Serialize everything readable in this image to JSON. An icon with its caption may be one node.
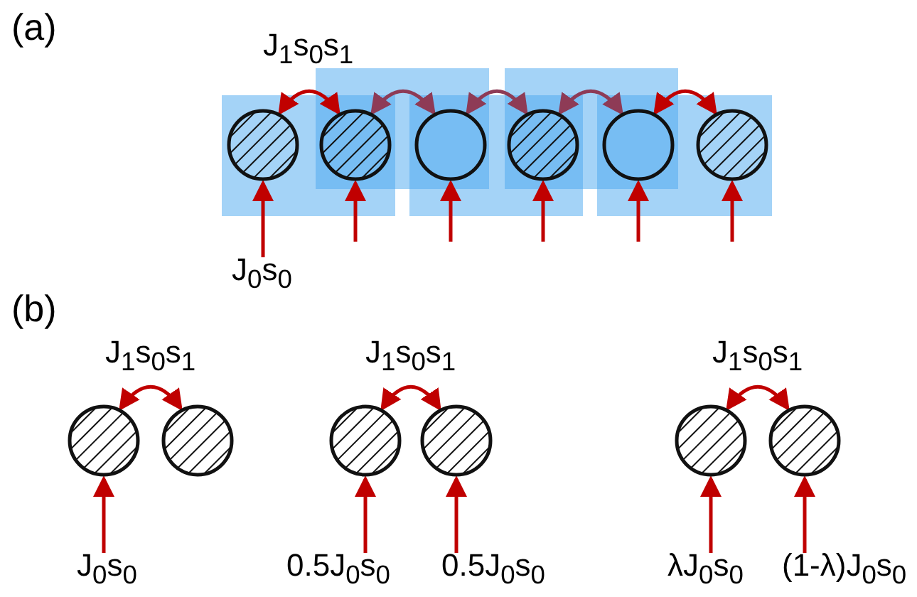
{
  "diagram": {
    "nodes": [
      {
        "text": [],
        "shape": "circle"
      },
      {
        "text": [],
        "shape": "circle"
      },
      {
        "text": [],
        "shape": "circle"
      },
      {
        "text": [],
        "shape": "circle"
      },
      {
        "text": [],
        "shape": "circle"
      },
      {
        "text": [],
        "shape": "circle"
      },
      {
        "text": [
          "J$_{0}$s$_{0}$"
        ]
      },
      {
        "text": [],
        "shape": "circle"
      },
      {
        "text": [],
        "shape": "circle"
      },
      {
        "text": [
          "J$_{0}$s$_{0}$"
        ]
      },
      {
        "text": [],
        "shape": "circle"
      },
      {
        "text": [],
        "shape": "circle"
      },
      {
        "text": [
          "0.5J$_{0}$s$_{0}$"
        ]
      },
      {
        "text": [
          "0.5J$_{0}$s$_{0}$"
        ]
      },
      {
        "text": [],
        "shape": "circle"
      },
      {
        "text": [],
        "shape": "circle"
      },
      {
        "text": [
          "λJ$_{0}$s$_{0}$"
        ]
      },
      {
        "text": [
          "(1-λ)J$_{0}$s$_{0}$"
        ]
      }
    ],
    "edges": [
      {
        "from": 0,
        "to": 1,
        "arrow": "both",
        "label": "J$_{1}$s$_{0}$s$_{1}$"
      },
      {
        "from": 1,
        "to": 2,
        "arrow": "both",
        "color": "#8e3b56"
      },
      {
        "from": 2,
        "to": 3,
        "arrow": "both",
        "color": "#8e3b56"
      },
      {
        "from": 3,
        "to": 4,
        "arrow": "both",
        "color": "#8e3b56"
      },
      {
        "from": 4,
        "to": 5,
        "arrow": "both"
      },
      {
        "from": 6,
        "to": 0,
        "arrow": "to"
      },
      {
        "from": null,
        "to": 1,
        "arrow": "to"
      },
      {
        "from": null,
        "to": 2,
        "arrow": "to"
      },
      {
        "from": null,
        "to": 3,
        "arrow": "to"
      },
      {
        "from": null,
        "to": 4,
        "arrow": "to"
      },
      {
        "from": null,
        "to": 5,
        "arrow": "to"
      },
      {
        "from": 7,
        "to": 8,
        "arrow": "both",
        "label": "J$_{1}$s$_{0}$s$_{1}$"
      },
      {
        "from": 9,
        "to": 7,
        "arrow": "to"
      },
      {
        "from": 10,
        "to": 11,
        "arrow": "both",
        "label": "J$_{1}$s$_{0}$s$_{1}$"
      },
      {
        "from": 12,
        "to": 10,
        "arrow": "to"
      },
      {
        "from": 13,
        "to": 11,
        "arrow": "to"
      },
      {
        "from": 14,
        "to": 15,
        "arrow": "both",
        "label": "J$_{1}$s$_{0}$s$_{1}$"
      },
      {
        "from": 16,
        "to": 14,
        "arrow": "to"
      },
      {
        "from": 17,
        "to": 15,
        "arrow": "to"
      }
    ],
    "labels": [
      "(a)",
      "(b)"
    ]
  }
}
